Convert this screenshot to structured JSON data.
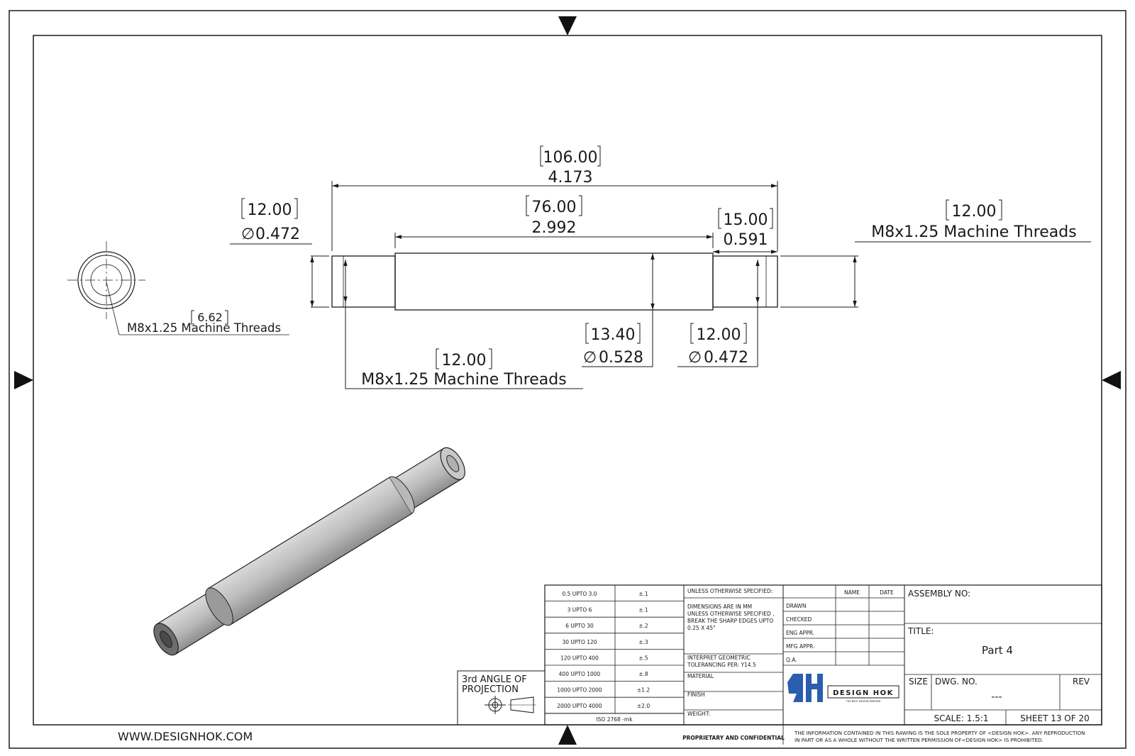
{
  "website": "WWW.DESIGNHOK.COM",
  "dimensions": {
    "overall": {
      "metric": "106.00",
      "imperial": "4.173"
    },
    "middle": {
      "metric": "76.00",
      "imperial": "2.992"
    },
    "right_step": {
      "metric": "15.00",
      "imperial": "0.591"
    },
    "left_dia": {
      "metric": "12.00",
      "imperial": "0.472"
    },
    "mid_dia": {
      "metric": "13.40",
      "imperial": "0.528"
    },
    "right_dia": {
      "metric": "12.00",
      "imperial": "0.472"
    },
    "thread_right": {
      "metric": "12.00",
      "note": "M8x1.25 Machine Threads"
    },
    "thread_bottom": {
      "metric": "12.00",
      "note": "M8x1.25 Machine Threads"
    },
    "end_view": {
      "metric": "6.62",
      "note": "M8x1.25 Machine Threads"
    },
    "dia_symbol": "∅"
  },
  "projection": {
    "line1": "3rd ANGLE OF",
    "line2": "PROJECTION"
  },
  "tolerances": [
    {
      "range": "0.5 UPTO 3.0",
      "tol": "±.1"
    },
    {
      "range": "3 UPTO 6",
      "tol": "±.1"
    },
    {
      "range": "6 UPTO 30",
      "tol": "±.2"
    },
    {
      "range": "30 UPTO 120",
      "tol": "±.3"
    },
    {
      "range": "120 UPTO 400",
      "tol": "±.5"
    },
    {
      "range": "400 UPTO 1000",
      "tol": "±.8"
    },
    {
      "range": "1000 UPTO 2000",
      "tol": "±1.2"
    },
    {
      "range": "2000 UPTO 4000",
      "tol": "±2.0"
    }
  ],
  "iso": "ISO 2768 -mk",
  "notes": {
    "unless": "UNLESS OTHERWISE SPECIFIED:",
    "dims_line1": "DIMENSIONS ARE IN MM",
    "dims_line2": "UNLESS OTHERWISE SPECIFIED ,",
    "dims_line3": "BREAK THE SHARP EDGES UPTO",
    "dims_line4": "0.25 X 45°",
    "gdt_line1": "INTERPRET GEOMETRIC",
    "gdt_line2": "TOLERANCING PER: Y14.5",
    "material": "MATERIAL",
    "finish": "FINISH",
    "weight": "WEIGHT:"
  },
  "approvals": {
    "name_header": "NAME",
    "date_header": "DATE",
    "rows": [
      "DRAWN",
      "CHECKED",
      "ENG APPR.",
      "MFG APPR.",
      "Q.A."
    ]
  },
  "logo": {
    "text": "DESIGN HOK",
    "tagline": "THE BEST DESIGN PARTNER"
  },
  "title_block": {
    "assembly_label": "ASSEMBLY NO:",
    "title_label": "TITLE:",
    "title": "Part 4",
    "size_label": "SIZE",
    "dwg_label": "DWG.  NO.",
    "dwg_no": "---",
    "rev_label": "REV",
    "scale": "SCALE: 1.5:1",
    "sheet": "SHEET 13 OF 20"
  },
  "footer": {
    "proprietary": "PROPRIETARY AND CONFIDENTIAL",
    "disclaimer1": "THE INFORMATION CONTAINED IN THIS RAWING IS THE SOLE PROPERTY OF <DESIGN HOK>.  ANY REPRODUCTION",
    "disclaimer2": "IN PART OR AS A WHOLE WITHOUT THE WRITTEN PERMISSION OF<DESIGN HOK> IS PROHIBITED."
  },
  "colors": {
    "line": "#1a1a1a",
    "part": "#bdbdbd",
    "logo_blue": "#2b5fae"
  }
}
